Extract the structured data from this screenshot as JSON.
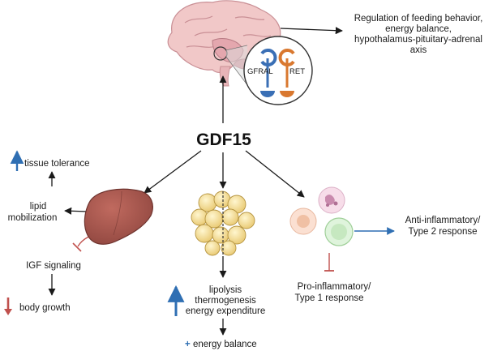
{
  "title": "GDF15",
  "brain": {
    "outcome_lines": [
      "Regulation of feeding behavior,",
      "energy balance,",
      "hypothalamus-pituitary-adrenal",
      "axis"
    ],
    "receptor_left": "GFRAL",
    "receptor_right": "RET"
  },
  "liver": {
    "lipid_lines": [
      "lipid",
      "mobilization"
    ],
    "tissue_tolerance": "tissue tolerance",
    "igf_signaling": "IGF signaling",
    "body_growth": "body growth"
  },
  "adipose": {
    "effect_lines": [
      "lipolysis",
      "thermogenesis",
      "energy expenditure"
    ],
    "plus_sign": "+",
    "energy_balance": "energy balance"
  },
  "immune": {
    "anti_lines": [
      "Anti-inflammatory/",
      "Type 2 response"
    ],
    "pro_lines": [
      "Pro-inflammatory/",
      "Type 1  response"
    ]
  },
  "colors": {
    "arrow": "#1a1a1a",
    "increase_arrow": "#2f6fb3",
    "decrease_arrow": "#c0504d",
    "inhibition": "#c0504d",
    "liver": "#a0574f",
    "adipose": "#f3e3a6",
    "gfral": "#3a6fb5",
    "ret": "#d9782f"
  },
  "icons": {
    "brain": "brain-icon",
    "liver": "liver-icon",
    "adipose": "adipose-tissue-icon",
    "immune_cells": "immune-cells-icon",
    "receptor_zoom": "receptor-zoom-icon"
  }
}
